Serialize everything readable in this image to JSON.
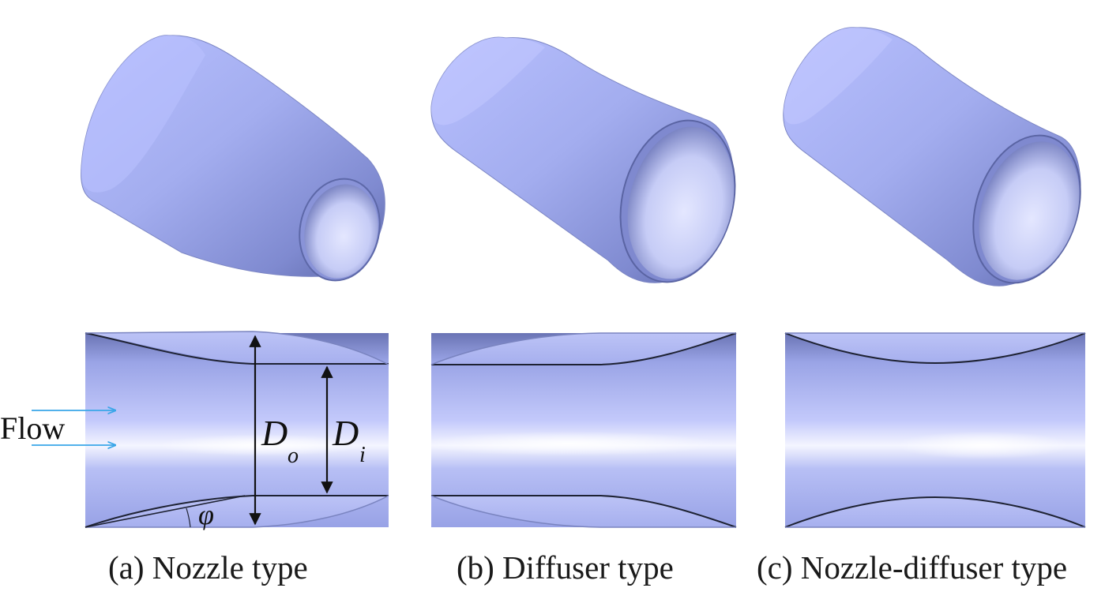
{
  "captions": {
    "a": "(a) Nozzle type",
    "b": "(b) Diffuser type",
    "c": "(c) Nozzle-diffuser type"
  },
  "labels": {
    "flow": "Flow",
    "outer_diameter_base": "D",
    "outer_diameter_sub": "o",
    "inner_diameter_base": "D",
    "inner_diameter_sub": "i",
    "angle": "φ"
  },
  "colors": {
    "body": "#a9b3f2",
    "body_light": "#dfe3ff",
    "body_dark": "#5f6aa8",
    "outline": "#1e2233",
    "flow_arrow": "#3aa6e8"
  }
}
